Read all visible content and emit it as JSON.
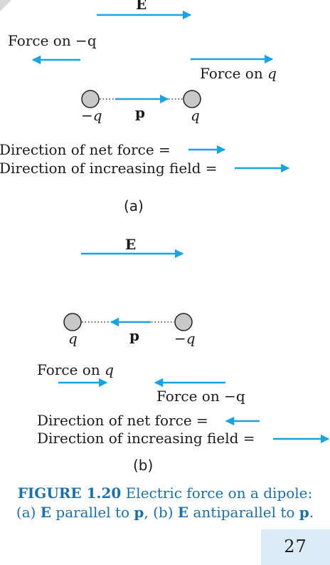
{
  "panel_a": {
    "field_label": "E",
    "force_neg": "Force on −q",
    "force_pos_prefix": "Force on ",
    "force_pos_var": "q",
    "charge_left": "−q",
    "dipole_label": "p",
    "charge_right": "q",
    "net_force": "Direction of net force =",
    "increasing_field": "Direction of increasing field =",
    "tag": "(a)"
  },
  "panel_b": {
    "field_label": "E",
    "charge_left": "q",
    "dipole_label": "p",
    "charge_right": "−q",
    "force_pos_prefix": "Force on ",
    "force_pos_var": "q",
    "force_neg": "Force on −q",
    "net_force": "Direction of net force =",
    "increasing_field": "Direction of increasing field =",
    "tag": "(b)"
  },
  "caption": {
    "label": "FIGURE 1.20",
    "text1": " Electric force on a dipole: (a) ",
    "E1": "E",
    "text2": " parallel to ",
    "p1": "p",
    "text3": ", (b) ",
    "E2": "E",
    "text4": " antiparallel to ",
    "p2": "p",
    "text5": "."
  },
  "page_number": "27",
  "colors": {
    "arrow": "#1aa3de",
    "charge_fill": "#c8c8c8",
    "caption": "#1d6fa8",
    "page_box": "#dcecf6"
  }
}
